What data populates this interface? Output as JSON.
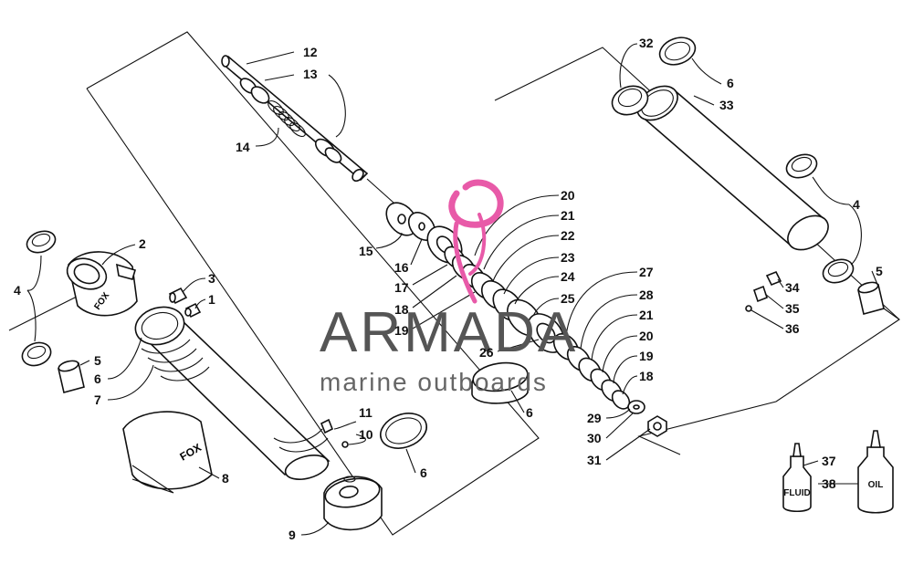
{
  "watermark": {
    "brand": "ARMADA",
    "tagline": "marine outboards",
    "logo_color": "#e85aa8"
  },
  "bottles": {
    "fluid_label": "FLUID",
    "oil_label": "OIL"
  },
  "brand_marks": {
    "body_logo": "FOX",
    "sleeve_logo": "FOX"
  },
  "callouts": [
    {
      "id": "c12a",
      "text": "12"
    },
    {
      "id": "c13a",
      "text": "13"
    },
    {
      "id": "c14a",
      "text": "14"
    },
    {
      "id": "c15a",
      "text": "15"
    },
    {
      "id": "c16a",
      "text": "16"
    },
    {
      "id": "c17a",
      "text": "17"
    },
    {
      "id": "c18a",
      "text": "18"
    },
    {
      "id": "c19a",
      "text": "19"
    },
    {
      "id": "c20a",
      "text": "20"
    },
    {
      "id": "c21a",
      "text": "21"
    },
    {
      "id": "c22a",
      "text": "22"
    },
    {
      "id": "c23a",
      "text": "23"
    },
    {
      "id": "c24a",
      "text": "24"
    },
    {
      "id": "c25a",
      "text": "25"
    },
    {
      "id": "c26a",
      "text": "26"
    },
    {
      "id": "c27a",
      "text": "27"
    },
    {
      "id": "c28a",
      "text": "28"
    },
    {
      "id": "c21b",
      "text": "21"
    },
    {
      "id": "c20b",
      "text": "20"
    },
    {
      "id": "c19b",
      "text": "19"
    },
    {
      "id": "c18b",
      "text": "18"
    },
    {
      "id": "c29a",
      "text": "29"
    },
    {
      "id": "c30a",
      "text": "30"
    },
    {
      "id": "c31a",
      "text": "31"
    },
    {
      "id": "c6c",
      "text": "6"
    },
    {
      "id": "c32a",
      "text": "32"
    },
    {
      "id": "c6d",
      "text": "6"
    },
    {
      "id": "c33a",
      "text": "33"
    },
    {
      "id": "c4b",
      "text": "4"
    },
    {
      "id": "c5b",
      "text": "5"
    },
    {
      "id": "c34a",
      "text": "34"
    },
    {
      "id": "c35a",
      "text": "35"
    },
    {
      "id": "c36a",
      "text": "36"
    },
    {
      "id": "c37a",
      "text": "37"
    },
    {
      "id": "c38a",
      "text": "38"
    },
    {
      "id": "c2a",
      "text": "2"
    },
    {
      "id": "c3a",
      "text": "3"
    },
    {
      "id": "c1a",
      "text": "1"
    },
    {
      "id": "c4a",
      "text": "4"
    },
    {
      "id": "c5a",
      "text": "5"
    },
    {
      "id": "c6a",
      "text": "6"
    },
    {
      "id": "c7a",
      "text": "7"
    },
    {
      "id": "c8a",
      "text": "8"
    },
    {
      "id": "c9a",
      "text": "9"
    },
    {
      "id": "c10a",
      "text": "10"
    },
    {
      "id": "c11a",
      "text": "11"
    },
    {
      "id": "c6b",
      "text": "6"
    }
  ]
}
